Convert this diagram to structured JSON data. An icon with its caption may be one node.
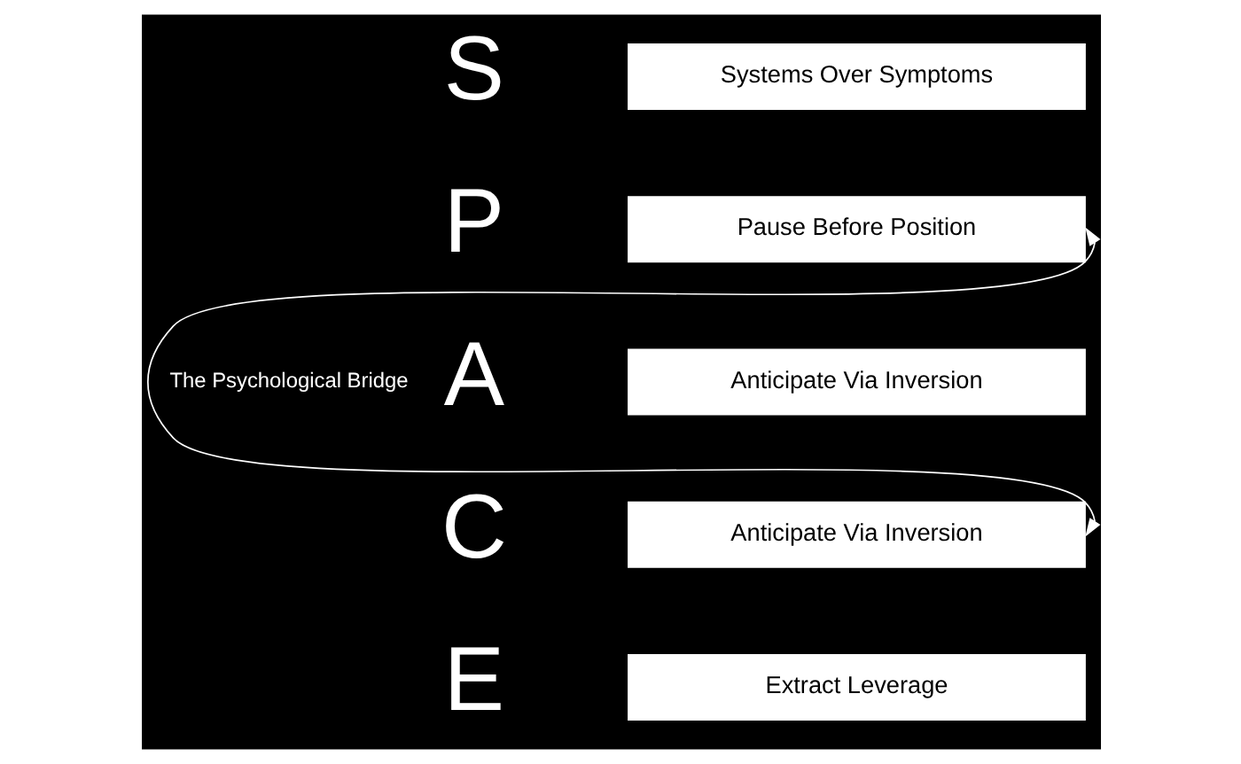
{
  "diagram": {
    "nodes": [
      {
        "text": [
          "Systems Over Symptoms"
        ]
      },
      {
        "text": [
          "Pause Before Position"
        ]
      },
      {
        "text": [
          "Anticipate Via Inversion"
        ]
      },
      {
        "text": [
          "Anticipate Via Inversion"
        ]
      },
      {
        "text": [
          "Extract Leverage"
        ]
      }
    ],
    "edges": [
      {
        "from": 1,
        "to": 3,
        "arrow": "both",
        "label": "The Psychological Bridge"
      }
    ],
    "labels": [
      "S",
      "P",
      "A",
      "C",
      "E"
    ]
  }
}
